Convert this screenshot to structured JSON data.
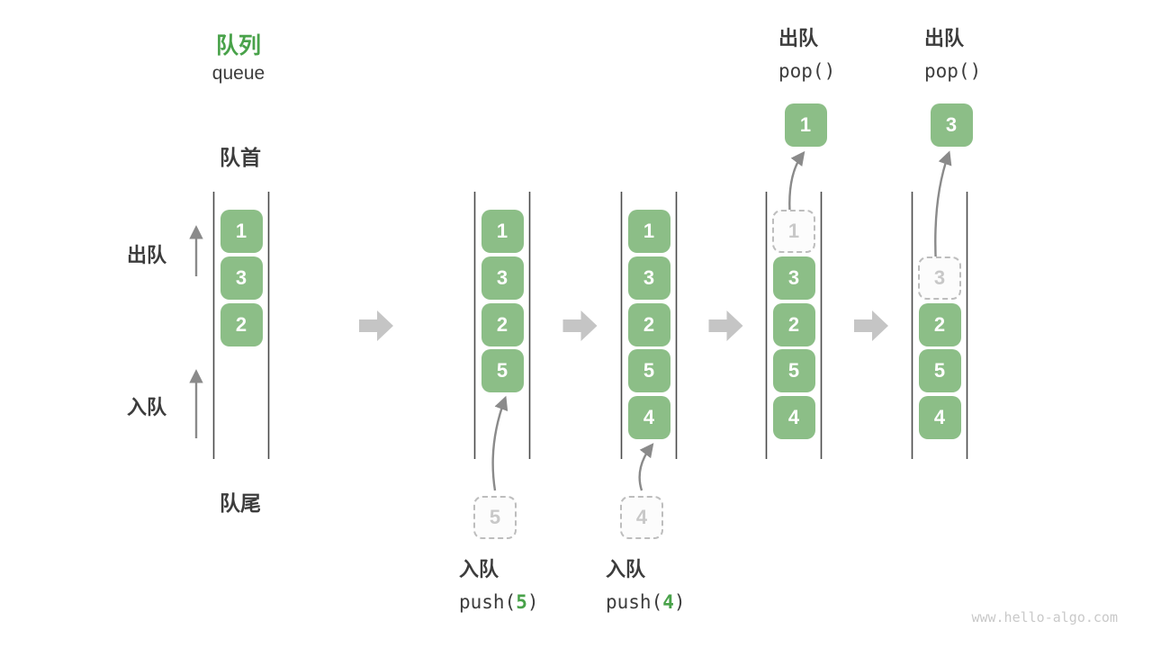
{
  "title": {
    "zh": "队列",
    "en": "queue"
  },
  "side_labels": {
    "front": "队首",
    "rear": "队尾",
    "dequeue": "出队",
    "enqueue": "入队"
  },
  "watermark": "www.hello-algo.com",
  "colors": {
    "cell_green": "#8cbe87",
    "title_green": "#49a24a",
    "op_arg_green": "#49a24a",
    "text_dark": "#3c3c3c",
    "wall_dark": "#4b4b4b",
    "thin_arrow_gray": "#8a8a8a",
    "block_arrow_gray": "#c5c5c5",
    "ghost_border": "#bdbdbd",
    "ghost_text": "#c8c8c8",
    "watermark_gray": "#c9c9c9"
  },
  "queues": [
    {
      "name": "state-initial",
      "cells": [
        {
          "value": "1",
          "row": 0
        },
        {
          "value": "3",
          "row": 1
        },
        {
          "value": "2",
          "row": 2
        }
      ]
    },
    {
      "name": "state-push-5",
      "cells": [
        {
          "value": "1",
          "row": 0
        },
        {
          "value": "3",
          "row": 1
        },
        {
          "value": "2",
          "row": 2
        },
        {
          "value": "5",
          "row": 3
        }
      ],
      "incoming": {
        "value": "5"
      },
      "op_bottom": {
        "action": "入队",
        "code_before": "push(",
        "arg": "5",
        "code_after": ")"
      }
    },
    {
      "name": "state-push-4",
      "cells": [
        {
          "value": "1",
          "row": 0
        },
        {
          "value": "3",
          "row": 1
        },
        {
          "value": "2",
          "row": 2
        },
        {
          "value": "5",
          "row": 3
        },
        {
          "value": "4",
          "row": 4
        }
      ],
      "incoming": {
        "value": "4"
      },
      "op_bottom": {
        "action": "入队",
        "code_before": "push(",
        "arg": "4",
        "code_after": ")"
      }
    },
    {
      "name": "state-pop-1",
      "cells": [
        {
          "value": "3",
          "row": 1
        },
        {
          "value": "2",
          "row": 2
        },
        {
          "value": "5",
          "row": 3
        },
        {
          "value": "4",
          "row": 4
        }
      ],
      "ghost": {
        "value": "1",
        "row": 0
      },
      "popped": {
        "value": "1"
      },
      "op_top": {
        "action": "出队",
        "code": "pop()"
      }
    },
    {
      "name": "state-pop-3",
      "cells": [
        {
          "value": "2",
          "row": 2
        },
        {
          "value": "5",
          "row": 3
        },
        {
          "value": "4",
          "row": 4
        }
      ],
      "ghost": {
        "value": "3",
        "row": 1
      },
      "popped": {
        "value": "3"
      },
      "op_top": {
        "action": "出队",
        "code": "pop()"
      }
    }
  ]
}
